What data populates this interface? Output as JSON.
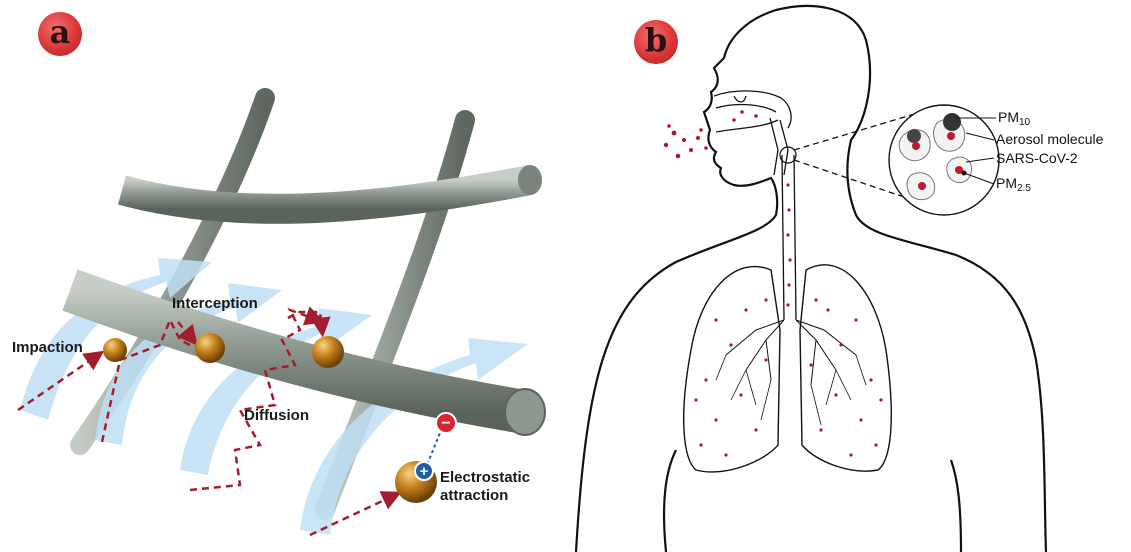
{
  "panel_a": {
    "badge": "a",
    "labels": {
      "impaction": "Impaction",
      "interception": "Interception",
      "diffusion": "Diffusion",
      "electrostatic_1": "Electrostatic",
      "electrostatic_2": "attraction"
    },
    "charges": {
      "negative": "−",
      "positive": "+"
    }
  },
  "panel_b": {
    "badge": "b",
    "legend": {
      "pm10": {
        "main": "PM",
        "sub": "10"
      },
      "aerosol": "Aerosol molecule",
      "sars": "SARS-CoV-2",
      "pm25": {
        "main": "PM",
        "sub": "2.5"
      }
    }
  },
  "colors": {
    "badge": "#d93636",
    "fiber": "#8a958d",
    "particle": "#c8841b",
    "flow_arrow": "#bfe0f5",
    "path": "#a31d2d",
    "charge_negative": "#d7262e",
    "charge_positive": "#1f5fa8"
  }
}
